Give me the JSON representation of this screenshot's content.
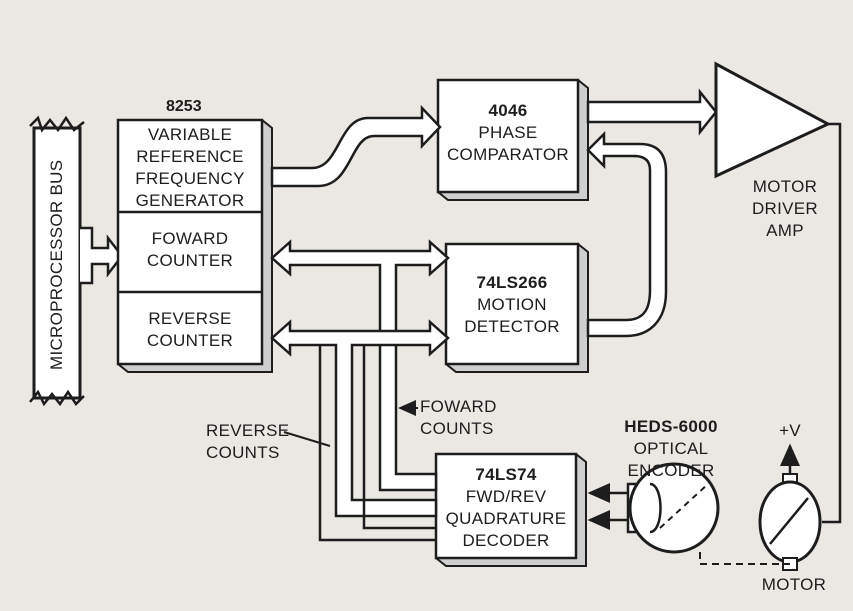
{
  "diagram": {
    "bus_label": "MICROPROCESSOR BUS",
    "blocks": {
      "generator": {
        "chip": "8253",
        "lines": [
          "VARIABLE",
          "REFERENCE",
          "FREQUENCY",
          "GENERATOR"
        ]
      },
      "forward_counter": {
        "lines": [
          "FOWARD",
          "COUNTER"
        ]
      },
      "reverse_counter": {
        "lines": [
          "REVERSE",
          "COUNTER"
        ]
      },
      "phase_comparator": {
        "chip": "4046",
        "lines": [
          "PHASE",
          "COMPARATOR"
        ]
      },
      "motion_detector": {
        "chip": "74LS266",
        "lines": [
          "MOTION",
          "DETECTOR"
        ]
      },
      "quadrature_decoder": {
        "chip": "74LS74",
        "lines": [
          "FWD/REV",
          "QUADRATURE",
          "DECODER"
        ]
      },
      "optical_encoder": {
        "chip": "HEDS-6000",
        "lines": [
          "OPTICAL",
          "ENCODER"
        ]
      },
      "motor_driver": {
        "lines": [
          "MOTOR",
          "DRIVER",
          "AMP"
        ]
      },
      "motor": {
        "label": "MOTOR",
        "supply": "+V"
      }
    },
    "signals": {
      "forward_counts": [
        "FOWARD",
        "COUNTS"
      ],
      "reverse_counts": [
        "REVERSE",
        "COUNTS"
      ]
    }
  }
}
